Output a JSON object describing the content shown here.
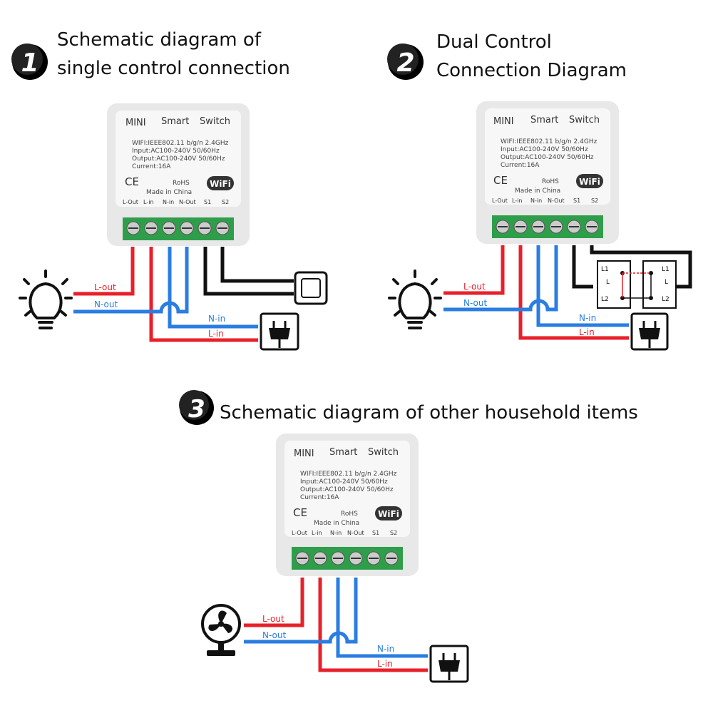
{
  "sections": [
    {
      "number": "1",
      "title_lines": [
        "Schematic diagram of",
        "single control connection"
      ],
      "wires": {
        "l_out": "L-out",
        "n_out": "N-out",
        "n_in": "N-in",
        "l_in": "L-in"
      }
    },
    {
      "number": "2",
      "title_lines": [
        "Dual Control",
        "Connection Diagram"
      ],
      "wires": {
        "l_out": "L-out",
        "n_out": "N-out",
        "n_in": "N-in",
        "l_in": "L-in"
      },
      "two_way_switch": {
        "l1": "L1",
        "l": "L",
        "l2": "L2"
      }
    },
    {
      "number": "3",
      "title_lines": [
        "Schematic diagram of other household items"
      ],
      "wires": {
        "l_out": "L-out",
        "n_out": "N-out",
        "n_in": "N-in",
        "l_in": "L-in"
      }
    }
  ],
  "module": {
    "title": [
      "MINI",
      "Smart",
      "Switch"
    ],
    "specs": [
      "WIFI:IEEE802.11 b/g/n 2.4GHz",
      "Input:AC100-240V 50/60Hz",
      "Output:AC100-240V 50/60Hz",
      "Current:16A"
    ],
    "ce": "CE",
    "rohs": "RoHS",
    "made_in": "Made  in  China",
    "wifi_badge": "WiFi",
    "terminals": [
      "L-Out",
      "L-in",
      "N-in",
      "N-Out",
      "S1",
      "S2"
    ]
  },
  "colors": {
    "live": "#e8202a",
    "neutral": "#2a7de1",
    "switch_wire": "#111111",
    "terminal_block": "#2e9e4a",
    "module_body": "#eeeeee",
    "label_panel": "#f7f7f7"
  },
  "icons": [
    "badge-number-icon",
    "lightbulb-icon",
    "wall-switch-icon",
    "plug-icon",
    "fan-icon",
    "two-way-switch-icon"
  ]
}
